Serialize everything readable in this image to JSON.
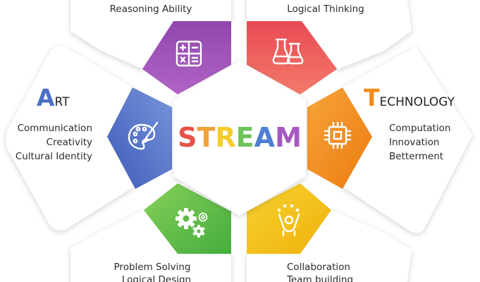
{
  "center": {
    "letters": [
      {
        "ch": "S",
        "color": "#e8524a"
      },
      {
        "ch": "T",
        "color": "#f0a23a"
      },
      {
        "ch": "R",
        "color": "#f4cc2c"
      },
      {
        "ch": "E",
        "color": "#6dc25a"
      },
      {
        "ch": "A",
        "color": "#4e7fd3"
      },
      {
        "ch": "M",
        "color": "#a658c0"
      }
    ]
  },
  "sections": {
    "top_left": {
      "icon": "calculator-icon",
      "color": "#9b4fb4",
      "lines": [
        "Reasoning Ability"
      ]
    },
    "top_right": {
      "icon": "flask-icon",
      "color": "#ec5b5b",
      "lines": [
        "Logical Thinking"
      ]
    },
    "left": {
      "icon": "palette-icon",
      "color": "#4c6fc6",
      "initial": "A",
      "title_rest": "RT",
      "lines": [
        "Communication",
        "Creativity",
        "Cultural Identity"
      ]
    },
    "right": {
      "icon": "chip-icon",
      "color": "#f08a18",
      "initial": "T",
      "title_rest": "ECHNOLOGY",
      "lines": [
        "Computation",
        "Innovation",
        "Betterment"
      ]
    },
    "bottom_left": {
      "icon": "gears-icon",
      "color": "#5fbb45",
      "lines": [
        "Problem Solving",
        "Logical Design"
      ]
    },
    "bottom_right": {
      "icon": "team-icon",
      "color": "#f1bd10",
      "lines": [
        "Collaboration",
        "Team building"
      ]
    }
  }
}
